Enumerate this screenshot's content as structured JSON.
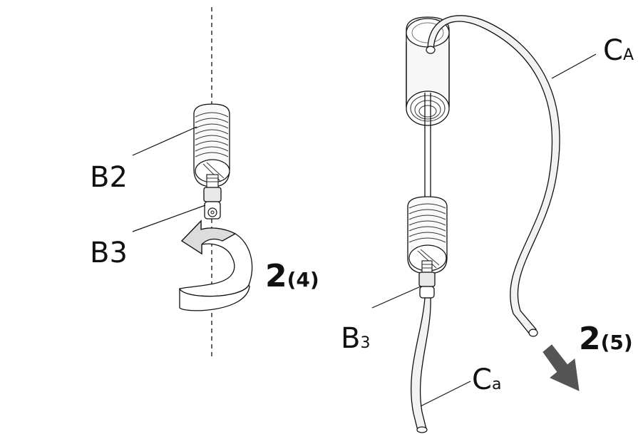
{
  "labels": {
    "b2": "B2",
    "b3": "B3",
    "b3_sub_main": "B",
    "b3_sub_index": "3",
    "ca_upper_main": "C",
    "ca_upper_index": "A",
    "ca_lower_main": "C",
    "ca_lower_index": "a"
  },
  "steps": {
    "left_number": "2",
    "left_sub": "(4)",
    "right_number": "2",
    "right_sub": "(5)"
  },
  "colors": {
    "line": "#111111",
    "arrow_fill": "#555555",
    "tube_fill": "#f2f2f2"
  }
}
